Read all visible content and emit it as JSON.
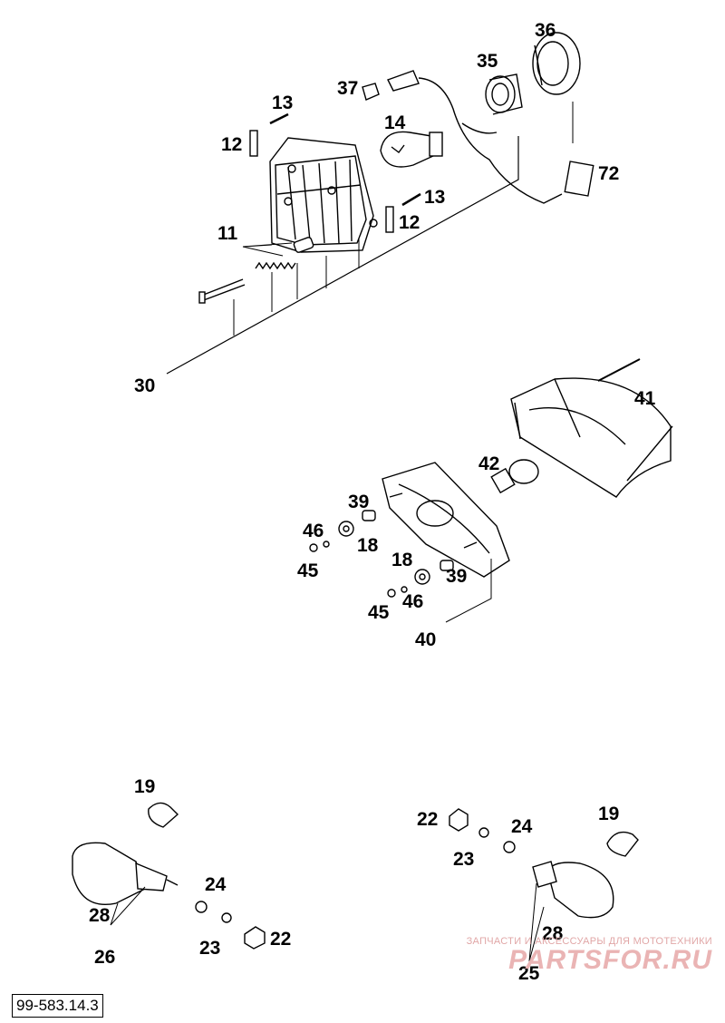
{
  "diagram": {
    "reference_code": "99-583.14.3",
    "labels": {
      "p36": "36",
      "p35": "35",
      "p37": "37",
      "p13a": "13",
      "p14": "14",
      "p12a": "12",
      "p72": "72",
      "p13b": "13",
      "p12b": "12",
      "p11": "11",
      "p30": "30",
      "p41": "41",
      "p42": "42",
      "p39a": "39",
      "p46a": "46",
      "p18a": "18",
      "p45a": "45",
      "p18b": "18",
      "p39b": "39",
      "p46b": "46",
      "p45b": "45",
      "p40": "40",
      "p19a": "19",
      "p24a": "24",
      "p28a": "28",
      "p26": "26",
      "p23a": "23",
      "p22a": "22",
      "p22b": "22",
      "p24b": "24",
      "p23b": "23",
      "p19b": "19",
      "p28b": "28",
      "p25": "25"
    }
  },
  "watermark": {
    "tagline": "ЗАПЧАСТИ И АКСЕССУАРЫ ДЛЯ МОТОТЕХНИКИ",
    "logo": "PARTSFOR.RU"
  }
}
